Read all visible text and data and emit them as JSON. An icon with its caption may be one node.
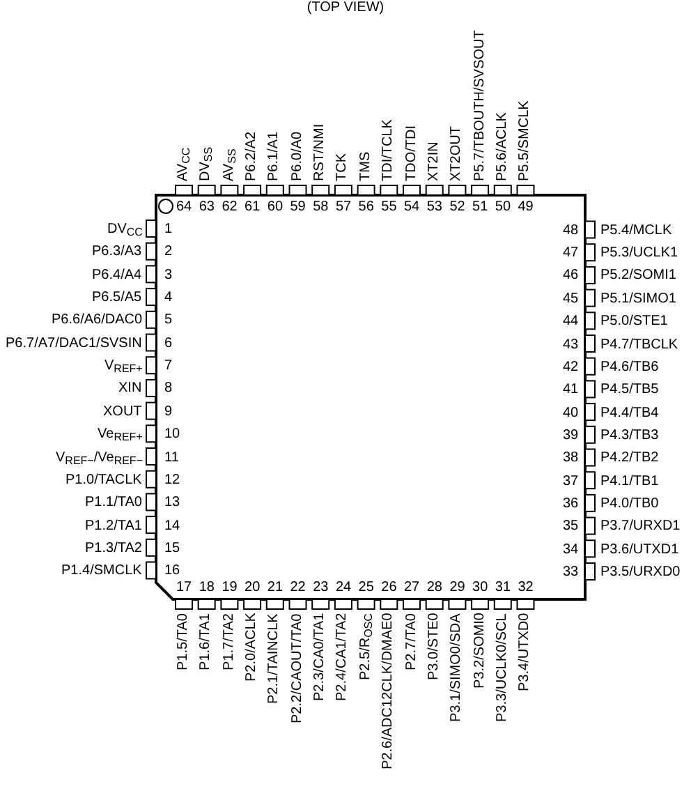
{
  "diagram": {
    "title": "(TOP VIEW)",
    "labels": [
      "DV$_{CC}$",
      "1",
      "P6.3/A3",
      "2",
      "P6.4/A4",
      "3",
      "P6.5/A5",
      "4",
      "P6.6/A6/DAC0",
      "5",
      "P6.7/A7/DAC1/SVSIN",
      "6",
      "V$_{REF+}$",
      "7",
      "XIN",
      "8",
      "XOUT",
      "9",
      "Ve$_{REF+}$",
      "10",
      "V$_{REF−}$/Ve$_{REF−}$",
      "11",
      "P1.0/TACLK",
      "12",
      "P1.1/TA0",
      "13",
      "P1.2/TA1",
      "14",
      "P1.3/TA2",
      "15",
      "P1.4/SMCLK",
      "16",
      "P1.5/TA0",
      "17",
      "P1.6/TA1",
      "18",
      "P1.7/TA2",
      "19",
      "P2.0/ACLK",
      "20",
      "P2.1/TAINCLK",
      "21",
      "P2.2/CAOUT/TA0",
      "22",
      "P2.3/CA0/TA1",
      "23",
      "P2.4/CA1/TA2",
      "24",
      "P2.5/R$_{OSC}$",
      "25",
      "P2.6/ADC12CLK/DMAE0",
      "26",
      "P2.7/TA0",
      "27",
      "P3.0/STE0",
      "28",
      "P3.1/SIMO0/SDA",
      "29",
      "P3.2/SOMI0",
      "30",
      "P3.3/UCLK0/SCL",
      "31",
      "P3.4/UTXD0",
      "32",
      "P3.5/URXD0",
      "33",
      "P3.6/UTXD1",
      "34",
      "P3.7/URXD1",
      "35",
      "P4.0/TB0",
      "36",
      "P4.1/TB1",
      "37",
      "P4.2/TB2",
      "38",
      "P4.3/TB3",
      "39",
      "P4.4/TB4",
      "40",
      "P4.5/TB5",
      "41",
      "P4.6/TB6",
      "42",
      "P4.7/TBCLK",
      "43",
      "P5.0/STE1",
      "44",
      "P5.1/SIMO1",
      "45",
      "P5.2/SOMI1",
      "46",
      "P5.3/UCLK1",
      "47",
      "P5.4/MCLK",
      "48",
      "P5.5/SMCLK",
      "49",
      "P5.6/ACLK",
      "50",
      "P5.7/TBOUTH/SVSOUT",
      "51",
      "XT2OUT",
      "52",
      "XT2IN",
      "53",
      "TDO/TDI",
      "54",
      "TDI/TCLK",
      "55",
      "TMS",
      "56",
      "TCK",
      "57",
      "RST/NMI",
      "58",
      "P6.0/A0",
      "59",
      "P6.1/A1",
      "60",
      "P6.2/A2",
      "61",
      "AV$_{SS}$",
      "62",
      "DV$_{SS}$",
      "63",
      "AV$_{CC}$",
      "64"
    ]
  }
}
